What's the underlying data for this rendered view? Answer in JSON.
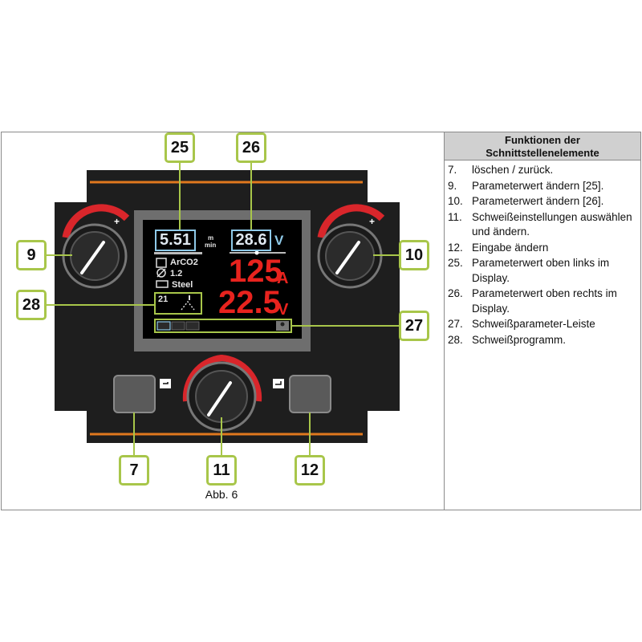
{
  "legend": {
    "title_line1": "Funktionen der",
    "title_line2": "Schnittstellenelemente",
    "items": [
      {
        "num": "7.",
        "text": "löschen / zurück."
      },
      {
        "num": "9.",
        "text": "Parameterwert ändern [25]."
      },
      {
        "num": "10.",
        "text": "Parameterwert ändern [26]."
      },
      {
        "num": "11.",
        "text": "Schweißeinstellungen auswählen und ändern."
      },
      {
        "num": "12.",
        "text": "Eingabe ändern"
      },
      {
        "num": "25.",
        "text": "Parameterwert oben links im Display."
      },
      {
        "num": "26.",
        "text": "Parameterwert oben rechts im Display."
      },
      {
        "num": "27.",
        "text": "Schweißparameter-Leiste"
      },
      {
        "num": "28.",
        "text": "Schweißprogramm."
      }
    ]
  },
  "callouts": {
    "c25": "25",
    "c26": "26",
    "c9": "9",
    "c10": "10",
    "c28": "28",
    "c27": "27",
    "c7": "7",
    "c11": "11",
    "c12": "12"
  },
  "caption": "Abb. 6",
  "display": {
    "wfs_value": "5.51",
    "wfs_unit_top": "m",
    "wfs_unit_bottom": "min",
    "volt_value": "28.6",
    "volt_unit": "V",
    "gas": "ArCO2",
    "wire_diameter": "1.2",
    "material": "Steel",
    "program": "21",
    "current": "125",
    "current_unit": "A",
    "voltage": "22.5",
    "voltage_unit": "V"
  },
  "colors": {
    "accent_green": "#a8c64a",
    "panel": "#1e1e1e",
    "orange_stripe": "#e0781e",
    "display_blue": "#8ec9e8",
    "value_red": "#e8231e"
  },
  "icons": [
    "back-icon",
    "enter-icon",
    "person-icon",
    "torch-icon",
    "gas-bottle-icon",
    "diameter-icon",
    "material-icon"
  ]
}
